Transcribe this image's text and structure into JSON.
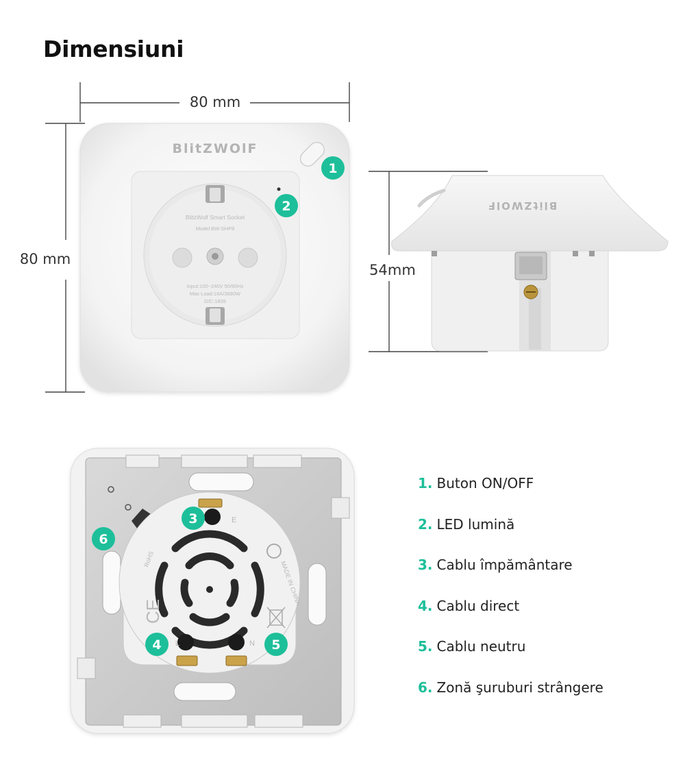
{
  "title": "Dimensiuni",
  "dimensions": {
    "width_label": "80 mm",
    "height_label": "80 mm",
    "depth_label": "54mm"
  },
  "product": {
    "brand": "BlitzWolf",
    "brand_print": "BlitZWOlF",
    "socket_line1": "BlitzWolf Smart Socket",
    "socket_line2": "Model:BW-SHP8",
    "socket_spec1": "Input:100~240V 50/60Hz",
    "socket_spec2": "Max Load:16A/3680W",
    "socket_spec3": "D/C:1839",
    "back_e": "E",
    "back_l": "L",
    "back_n": "N",
    "back_made": "MADE IN CHINA",
    "back_rohs": "RoHS",
    "back_ce": "CE"
  },
  "badges": [
    "1",
    "2",
    "3",
    "4",
    "5",
    "6"
  ],
  "legend": [
    {
      "num": "1.",
      "text": "Buton ON/OFF"
    },
    {
      "num": "2.",
      "text": "LED lumină"
    },
    {
      "num": "3.",
      "text": "Cablu împământare"
    },
    {
      "num": "4.",
      "text": "Cablu direct"
    },
    {
      "num": "5.",
      "text": "Cablu neutru"
    },
    {
      "num": "6.",
      "text": "Zonă şuruburi strângere"
    }
  ],
  "colors": {
    "accent": "#1dbf9a",
    "device_white": "#f4f4f4",
    "metal_plate": "#cdcdcd"
  }
}
